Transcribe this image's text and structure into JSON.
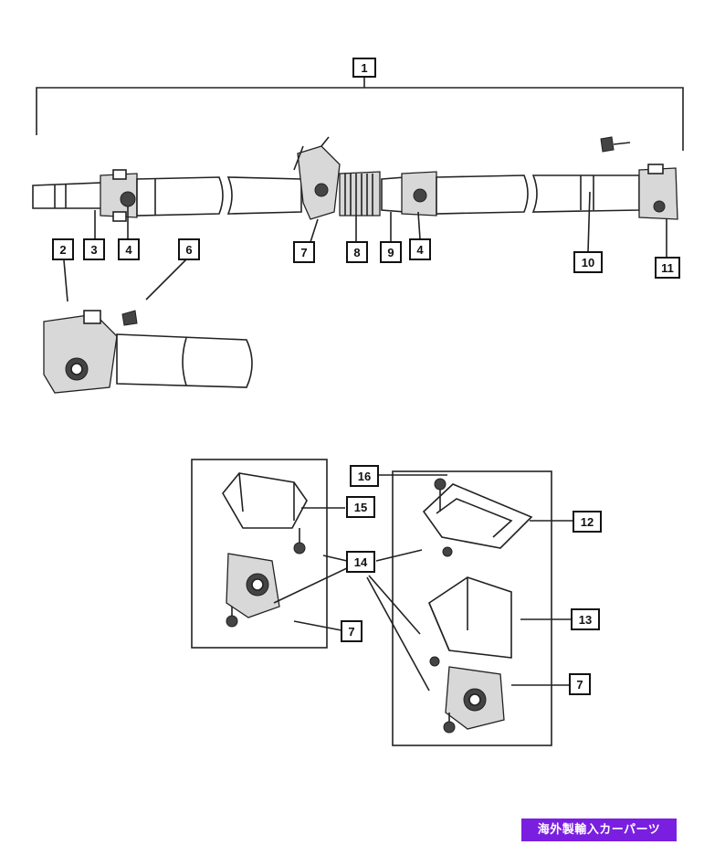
{
  "callouts": {
    "c1": "1",
    "c2": "2",
    "c3": "3",
    "c4a": "4",
    "c4b": "4",
    "c6": "6",
    "c7a": "7",
    "c7b": "7",
    "c7c": "7",
    "c8": "8",
    "c9": "9",
    "c10": "10",
    "c11": "11",
    "c12": "12",
    "c13": "13",
    "c14": "14",
    "c15": "15",
    "c16": "16"
  },
  "watermark": "海外製輸入カーパーツ",
  "colors": {
    "watermark_bg": "#7a1fe0",
    "line": "#222222",
    "shade": "#d8d8d8"
  }
}
